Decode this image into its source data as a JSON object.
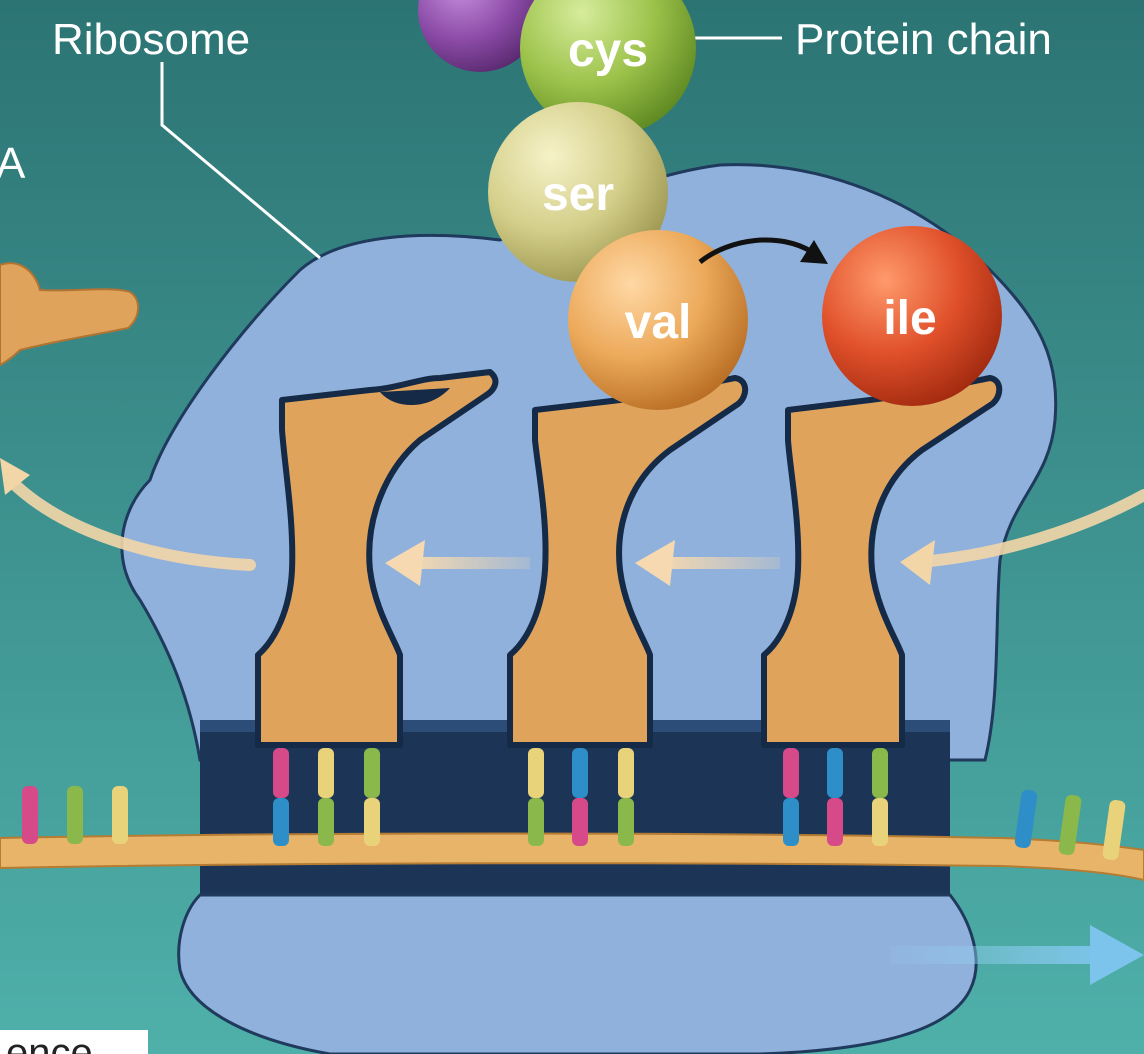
{
  "labels": {
    "ribosome": "Ribosome",
    "protein_chain": "Protein chain",
    "left_cut": "A",
    "bottom_cut": "ence"
  },
  "amino_acids": {
    "cys": "cys",
    "ser": "ser",
    "val": "val",
    "ile": "ile"
  },
  "colors": {
    "background_top": "#2e7a78",
    "background_bottom": "#4aa8a2",
    "ribosome": "#8fb1dc",
    "ribosome_dark": "#1f3a5c",
    "trna": "#e0a35c",
    "mrna": "#e8b46a",
    "cys": "#9cc24a",
    "ser": "#d4cf8a",
    "val": "#eca95a",
    "ile": "#e0502a",
    "purple": "#8a4aa6",
    "base_pink": "#d64a8a",
    "base_blue": "#2e8ec8",
    "base_green": "#8ab84a",
    "base_yellow": "#e8d27a"
  }
}
